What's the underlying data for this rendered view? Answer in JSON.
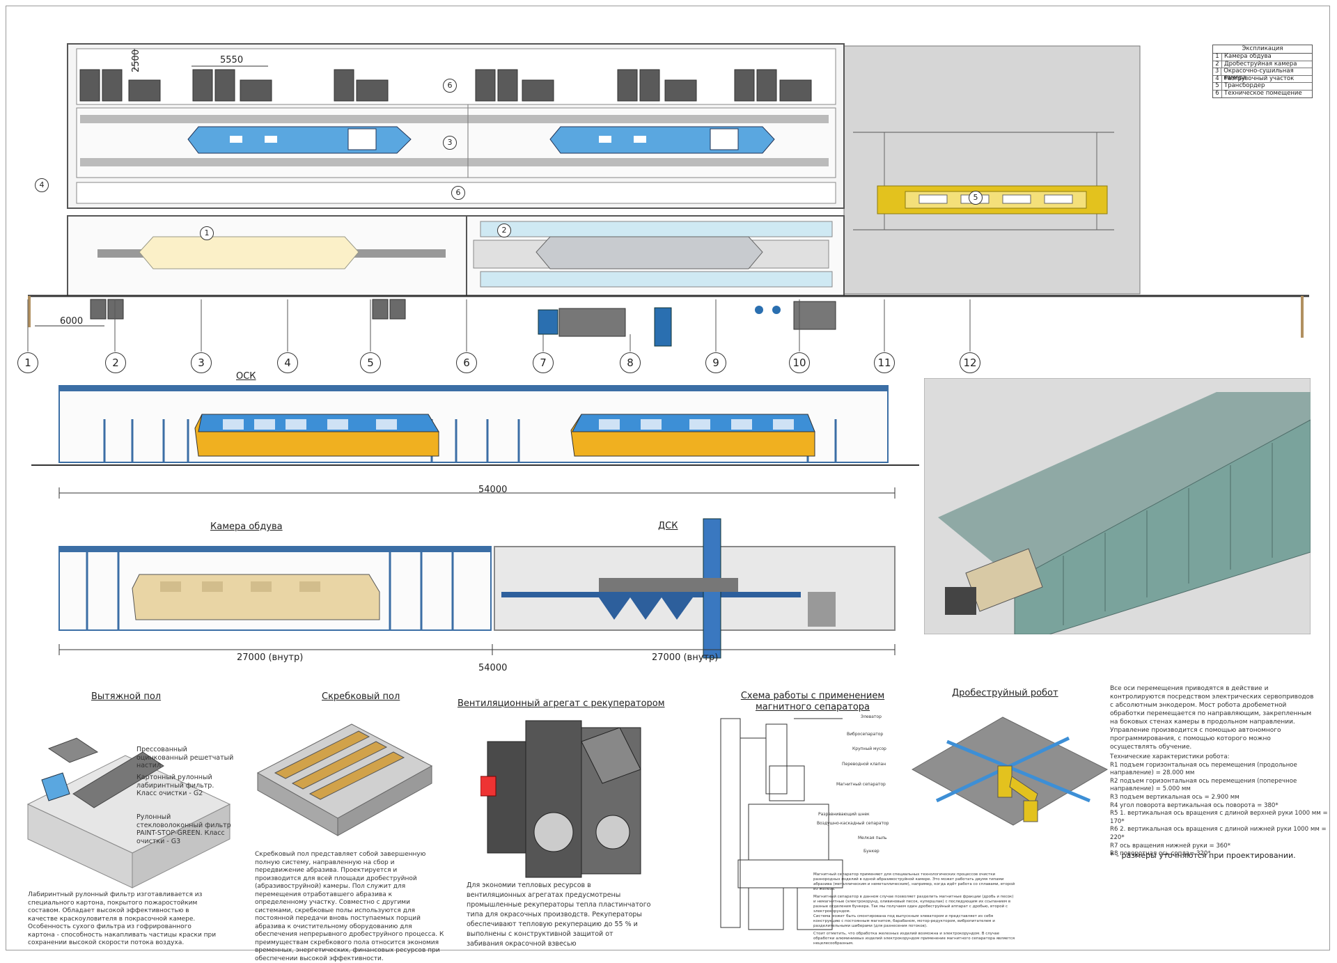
{
  "explication": {
    "title": "Экспликация",
    "items": [
      {
        "num": "1",
        "label": "Камера обдува"
      },
      {
        "num": "2",
        "label": "Дробеструйная камера"
      },
      {
        "num": "3",
        "label": "Окрасочно-сушильная камера"
      },
      {
        "num": "4",
        "label": "Разгрузочный участок"
      },
      {
        "num": "5",
        "label": "Трансбордер"
      },
      {
        "num": "6",
        "label": "Техническое помещение"
      }
    ]
  },
  "plan": {
    "dims": {
      "d2500": "2500",
      "d5550": "5550",
      "d6000": "6000"
    },
    "axes": [
      "1",
      "2",
      "3",
      "4",
      "5",
      "6",
      "7",
      "8",
      "9",
      "10",
      "11",
      "12"
    ],
    "zones": {
      "z1": "1",
      "z2": "2",
      "z3": "3",
      "z4": "4",
      "z5": "5",
      "z6a": "6",
      "z6b": "6"
    }
  },
  "section1": {
    "label": "ОСК",
    "dim": "54000"
  },
  "section2": {
    "label_left": "Камера обдува",
    "label_right": "ДСК",
    "dim_left": "27000 (внутр)",
    "dim_right": "27000 (внутр)",
    "dim_total": "54000"
  },
  "blocks": {
    "exhaust_floor": {
      "title": "Вытяжной пол",
      "callouts": [
        "Прессованный оцинкованный решетчатый настил",
        "Картонный рулонный лабиринтный фильтр. Класс очистки - G2",
        "Рулонный стекловолоконный фильтр PAINT-STOP-GREEN. Класс очистки - G3"
      ],
      "text": "Лабиринтный рулонный фильтр изготавливается из специального картона, покрытого пожаростойким составом. Обладает высокой эффективностью в качестве краскоуловителя в покрасочной камере. Особенность сухого фильтра из гофрированного картона - способность накапливать частицы краски при сохранении высокой скорости потока воздуха."
    },
    "scraper_floor": {
      "title": "Скребковый пол",
      "text": "Скребковый пол представляет собой завершенную полную систему, направленную на сбор и передвижение абразива. Проектируется и производится для всей площади дробеструйной (абразивоструйной) камеры. Пол служит для перемещения отработавшего абразива к определенному участку. Совместно с другими системами, скребковые полы используются для постоянной передачи вновь поступаемых порций абразива к очистительному оборудованию для обеспечения непрерывного дробеструйного процесса. К преимуществам скребкового пола относится экономия временных, энергетических, финансовых ресурсов при обеспечении высокой эффективности."
    },
    "vent_unit": {
      "title": "Вентиляционный агрегат с рекуператором",
      "text": "Для экономии тепловых ресурсов в вентиляционных агрегатах предусмотрены промышленные рекуператоры тепла пластинчатого типа для окрасочных производств. Рекуператоры обеспечивают тепловую рекуперацию до 55 % и выполнены с конструктивной защитой от забивания окрасочной взвесью"
    },
    "magnetic": {
      "title": "Схема работы с применением магнитного сепаратора",
      "tags": [
        "Элеватор",
        "Вибросепаратор",
        "Крупный мусор",
        "Переводной клапан",
        "Магнитный сепаратор",
        "Разравнивающий шнек",
        "Воздушно-каскадный сепаратор",
        "Мелкая пыль",
        "Бункер"
      ],
      "text1": "Магнитный сепаратор применяют для специальных технологических процессов очистки разнородных изделий в одной абразивоструйной камере. Это может работать двумя типами абразива (металлическим и неметаллическим), например, когда идёт работа со сплавами, второй из железа.",
      "text2": "Магнитный сепаратор в данном случае позволяет разделить магнитные фракции (дробь и песок) и немагнитные (электрокорунд, оливиновый песок, купершлак) с последующим их ссыпанием в разные отделения бункера. Так мы получаем один дробеструйный аппарат с дробью, второй с электрокорундом.",
      "text3": "Система может быть смонтирована под выпускным элеватором и представляет из себя конструкцию с постоянным магнитом, барабаном, мотор-редуктором, вибропитателем и разделительными шиберами (для разнесения потоков).",
      "text4": "Стоит отметить, что обработка железных изделий возможна и электрокорундом. В случае обработки алюминиевых изделий электрокорундом применение магнитного сепаратора является нецелесообразным."
    },
    "robot": {
      "title": "Дробеструйный робот",
      "intro": "Все оси перемещения приводятся в действие и контролируются посредством электрических сервоприводов с абсолютным энкодером. Мост робота дробеметной обработки перемещается по направляющим, закрепленным на боковых стенах камеры в продольном направлении.",
      "control": "Управление производится с помощью автономного программирования, с помощью которого можно осуществлять обучение.",
      "specs_title": "Технические характеристики робота:",
      "specs": [
        "R1 подъем горизонтальная ось перемещения (продольное направление) = 28.000 мм",
        "R2 подъем горизонтальная ось перемещения (поперечное направление) = 5.000 мм",
        "R3 подъем вертикальная ось = 2.900 мм",
        "R4 угол поворота вертикальная ось поворота = 380*",
        "R5 1. вертикальная ось вращения с длиной верхней руки 1000 мм = 170*",
        "R6 2. вертикальная ось вращения с длиной нижней руки 1000 мм = 220*",
        "R7 ось вращения нижней руки = 360*",
        "R8 поворотная ось сопла= 320*"
      ],
      "note": "* - размеры уточняются при проектировании."
    }
  },
  "colors": {
    "tram_blue": "#3d8fd6",
    "tram_yellow": "#f0b020",
    "booth_blue": "#5aa7e0",
    "shot_gray": "#9aa0a6",
    "transfer_yellow": "#e3c21e",
    "green_grid": "#7aa39c"
  }
}
